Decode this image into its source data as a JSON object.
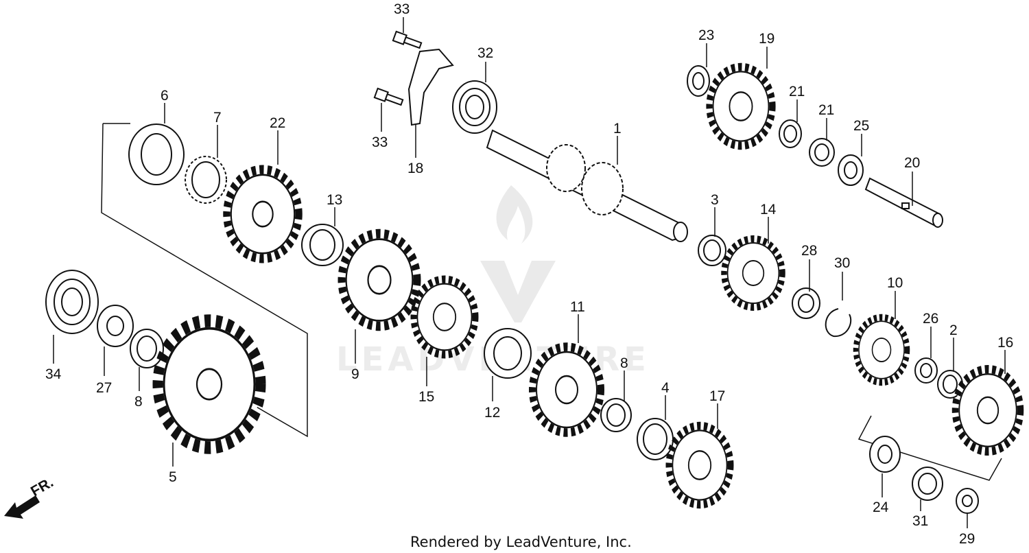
{
  "callouts": [
    {
      "id": "l33a",
      "text": "33"
    },
    {
      "id": "l33b",
      "text": "33"
    },
    {
      "id": "l18",
      "text": "18"
    },
    {
      "id": "l32",
      "text": "32"
    },
    {
      "id": "l1",
      "text": "1"
    },
    {
      "id": "l6",
      "text": "6"
    },
    {
      "id": "l7",
      "text": "7"
    },
    {
      "id": "l22",
      "text": "22"
    },
    {
      "id": "l13",
      "text": "13"
    },
    {
      "id": "l9",
      "text": "9"
    },
    {
      "id": "l15",
      "text": "15"
    },
    {
      "id": "l12",
      "text": "12"
    },
    {
      "id": "l11",
      "text": "11"
    },
    {
      "id": "l8a",
      "text": "8"
    },
    {
      "id": "l8b",
      "text": "8"
    },
    {
      "id": "l34",
      "text": "34"
    },
    {
      "id": "l27",
      "text": "27"
    },
    {
      "id": "l5",
      "text": "5"
    },
    {
      "id": "l4",
      "text": "4"
    },
    {
      "id": "l17",
      "text": "17"
    },
    {
      "id": "l3",
      "text": "3"
    },
    {
      "id": "l14",
      "text": "14"
    },
    {
      "id": "l28",
      "text": "28"
    },
    {
      "id": "l30",
      "text": "30"
    },
    {
      "id": "l10",
      "text": "10"
    },
    {
      "id": "l26",
      "text": "26"
    },
    {
      "id": "l2",
      "text": "2"
    },
    {
      "id": "l16",
      "text": "16"
    },
    {
      "id": "l23",
      "text": "23"
    },
    {
      "id": "l19",
      "text": "19"
    },
    {
      "id": "l21a",
      "text": "21"
    },
    {
      "id": "l21b",
      "text": "21"
    },
    {
      "id": "l25",
      "text": "25"
    },
    {
      "id": "l20",
      "text": "20"
    },
    {
      "id": "l24",
      "text": "24"
    },
    {
      "id": "l31",
      "text": "31"
    },
    {
      "id": "l29",
      "text": "29"
    }
  ],
  "labels": {
    "l33a": "33",
    "l33b": "33",
    "l18": "18",
    "l32": "32",
    "l1": "1",
    "l6": "6",
    "l7": "7",
    "l22": "22",
    "l13": "13",
    "l9": "9",
    "l15": "15",
    "l12": "12",
    "l11": "11",
    "l8a": "8",
    "l8b": "8",
    "l34": "34",
    "l27": "27",
    "l5": "5",
    "l4": "4",
    "l17": "17",
    "l3": "3",
    "l14": "14",
    "l28": "28",
    "l30": "30",
    "l10": "10",
    "l26": "26",
    "l2": "2",
    "l16": "16",
    "l23": "23",
    "l19": "19",
    "l21a": "21",
    "l21b": "21",
    "l25": "25",
    "l20": "20",
    "l24": "24",
    "l31": "31",
    "l29": "29"
  },
  "direction_label": "FR.",
  "footer": "Rendered by LeadVenture, Inc.",
  "watermark": "LEADVENTURE",
  "colors": {
    "line": "#111111",
    "watermark": "#e8e8e8"
  }
}
